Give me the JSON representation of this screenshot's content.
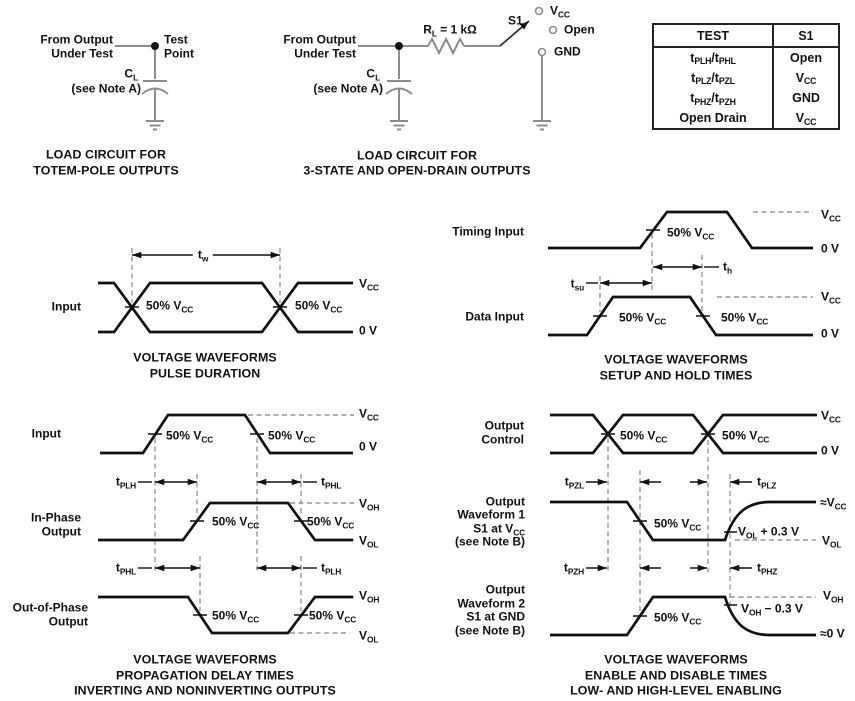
{
  "palette": {
    "waveform": "#111111",
    "wire": "#8c8c8c",
    "dashed": "#999999",
    "text": "#111111"
  },
  "load_circuit_totem_pole": {
    "from_output_line1": "From Output",
    "from_output_line2": "Under Test",
    "test_point_line1": "Test",
    "test_point_line2": "Point",
    "cap_label": "C_L",
    "cap_note": "(see Note A)",
    "caption_line1": "LOAD CIRCUIT FOR",
    "caption_line2": "TOTEM-POLE OUTPUTS"
  },
  "load_circuit_3state": {
    "from_output_line1": "From Output",
    "from_output_line2": "Under Test",
    "cap_label": "C_L",
    "cap_note": "(see Note A)",
    "resistor_label": "R_L = 1 kΩ",
    "switch_label": "S1",
    "terminal_vcc": "V_CC",
    "terminal_open": "Open",
    "terminal_gnd": "GND",
    "caption_line1": "LOAD CIRCUIT FOR",
    "caption_line2": "3-STATE AND OPEN-DRAIN OUTPUTS"
  },
  "s1_table": {
    "col_test": "TEST",
    "col_s1": "S1",
    "rows": [
      {
        "test": "t_PLH/t_PHL",
        "s1": "Open"
      },
      {
        "test": "t_PLZ/t_PZL",
        "s1": "V_CC"
      },
      {
        "test": "t_PHZ/t_PZH",
        "s1": "GND"
      },
      {
        "test": "Open Drain",
        "s1": "V_CC"
      }
    ]
  },
  "pulse_duration": {
    "signal_label": "Input",
    "width_label": "t_w",
    "pct50_left": "50% V_CC",
    "pct50_right": "50% V_CC",
    "level_high": "V_CC",
    "level_low": "0 V",
    "caption_line1": "VOLTAGE WAVEFORMS",
    "caption_line2": "PULSE DURATION"
  },
  "setup_hold": {
    "timing_label": "Timing Input",
    "data_label": "Data Input",
    "tsu_label": "t_su",
    "th_label": "t_h",
    "pct50_timing": "50% V_CC",
    "pct50_data_rise": "50% V_CC",
    "pct50_data_fall": "50% V_CC",
    "timing_high": "V_CC",
    "timing_low": "0 V",
    "data_high": "V_CC",
    "data_low": "0 V",
    "caption_line1": "VOLTAGE WAVEFORMS",
    "caption_line2": "SETUP AND HOLD TIMES"
  },
  "prop_delay": {
    "input_label": "Input",
    "pct50_input_rise": "50% V_CC",
    "pct50_input_fall": "50% V_CC",
    "input_high": "V_CC",
    "input_low": "0 V",
    "tplh_upper": "t_PLH",
    "tphl_upper": "t_PHL",
    "inphase_line1": "In-Phase",
    "inphase_line2": "Output",
    "pct50_inphase_rise": "50% V_CC",
    "pct50_inphase_fall": "50% V_CC",
    "inphase_high": "V_OH",
    "inphase_low": "V_OL",
    "tphl_lower": "t_PHL",
    "tplh_lower": "t_PLH",
    "outphase_line1": "Out-of-Phase",
    "outphase_line2": "Output",
    "pct50_outphase_fall": "50% V_CC",
    "pct50_outphase_rise": "50% V_CC",
    "outphase_high": "V_OH",
    "outphase_low": "V_OL",
    "caption_line1": "VOLTAGE WAVEFORMS",
    "caption_line2": "PROPAGATION DELAY TIMES",
    "caption_line3": "INVERTING AND NONINVERTING OUTPUTS"
  },
  "enable_disable": {
    "control_line1": "Output",
    "control_line2": "Control",
    "pct50_control_left": "50% V_CC",
    "pct50_control_right": "50% V_CC",
    "control_high": "V_CC",
    "control_low": "0 V",
    "tpzl": "t_PZL",
    "tplz": "t_PLZ",
    "w1_line1": "Output",
    "w1_line2": "Waveform 1",
    "w1_line3": "S1 at V_CC",
    "w1_line4": "(see Note B)",
    "pct50_w1": "50% V_CC",
    "w1_threshold": "V_OL + 0.3 V",
    "w1_end_level": "≈V_CC",
    "w1_low": "V_OL",
    "tpzh": "t_PZH",
    "tphz": "t_PHZ",
    "w2_line1": "Output",
    "w2_line2": "Waveform 2",
    "w2_line3": "S1 at GND",
    "w2_line4": "(see Note B)",
    "pct50_w2": "50% V_CC",
    "w2_threshold": "V_OH − 0.3 V",
    "w2_high": "V_OH",
    "w2_end_level": "≈0 V",
    "caption_line1": "VOLTAGE WAVEFORMS",
    "caption_line2": "ENABLE AND DISABLE TIMES",
    "caption_line3": "LOW- AND HIGH-LEVEL ENABLING"
  }
}
